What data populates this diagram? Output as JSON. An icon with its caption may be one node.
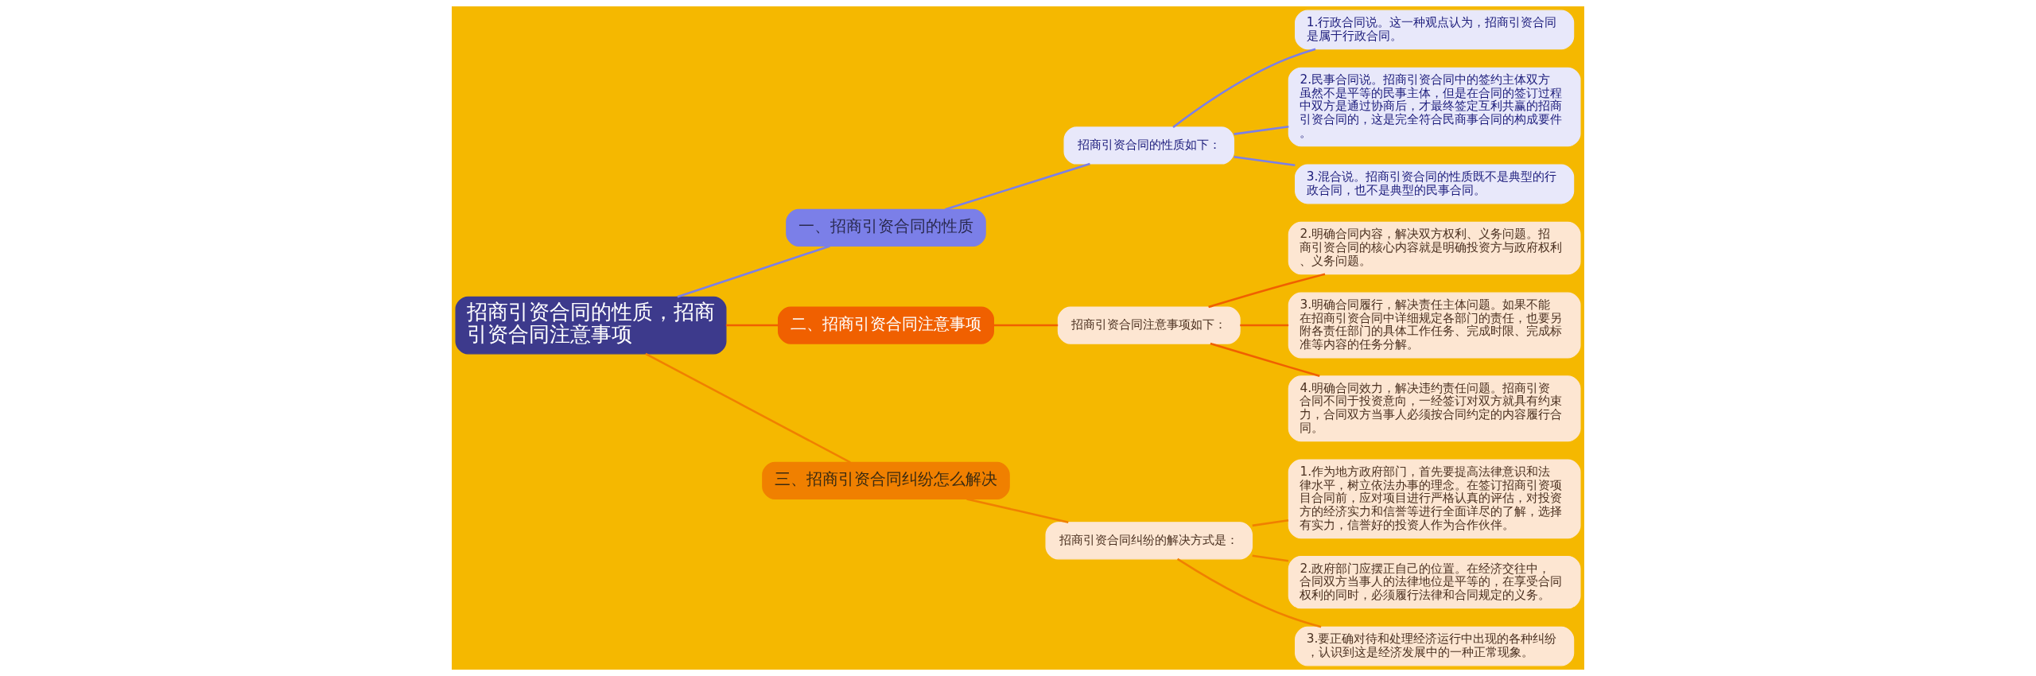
{
  "diagram": {
    "nodes": [
      {
        "text": [
          "招商引资合同的性质，招商引资合同注意事项"
        ]
      },
      {
        "text": [
          "一、招商引资合同的性质"
        ]
      },
      {
        "text": [
          "招商引资合同的性质如下："
        ]
      },
      {
        "text": [
          "1.行政合同说。这一种观点认为，招商引资合同是属于行政合同。"
        ]
      },
      {
        "text": [
          "2.民事合同说。招商引资合同中的签约主体双方虽然不是平等的民事主体，但是在合同的签订过程中双方是通过协商后，才最终签定互利共赢的招商引资合同的，这是完全符合民商事合同的构成要件。"
        ]
      },
      {
        "text": [
          "3.混合说。招商引资合同的性质既不是典型的行政合同，也不是典型的民事合同。"
        ]
      },
      {
        "text": [
          "二、招商引资合同注意事项"
        ]
      },
      {
        "text": [
          "招商引资合同注意事项如下："
        ]
      },
      {
        "text": [
          "2.明确合同内容，解决双方权利、义务问题。招商引资合同的核心内容就是明确投资方与政府权利、义务问题。"
        ]
      },
      {
        "text": [
          "3.明确合同履行，解决责任主体问题。如果不能在招商引资合同中详细规定各部门的责任，也要另附各责任部门的具体工作任务、完成时限、完成标准等内容的任务分解。"
        ]
      },
      {
        "text": [
          "4.明确合同效力，解决违约责任问题。招商引资合同不同于投资意向，一经签订对双方就具有约束力，合同双方当事人必须按合同约定的内容履行合同。"
        ]
      },
      {
        "text": [
          "三、招商引资合同纠纷怎么解决"
        ]
      },
      {
        "text": [
          "招商引资合同纠纷的解决方式是："
        ]
      },
      {
        "text": [
          "1.作为地方政府部门，首先要提高法律意识和法律水平，树立依法办事的理念。在签订招商引资项目合同前，应对项目进行严格认真的评估，对投资方的经济实力和信誉等进行全面详尽的了解，选择有实力，信誉好的投资人作为合作伙伴。"
        ]
      },
      {
        "text": [
          "2.政府部门应摆正自己的位置。在经济交往中，合同双方当事人的法律地位是平等的，在享受合同权利的同时，必须履行法律和合同规定的义务。"
        ]
      },
      {
        "text": [
          "3.要正确对待和处理经济运行中出现的各种纠纷，认识到这是经济发展中的一种正常现象。"
        ]
      }
    ],
    "edges": [
      {
        "from": 0,
        "to": 1,
        "arrow": "none",
        "color": "#7b7fe8"
      },
      {
        "from": 1,
        "to": 2,
        "arrow": "none",
        "color": "#7b7fe8"
      },
      {
        "from": 2,
        "to": 3,
        "arrow": "none",
        "color": "#7b7fe8"
      },
      {
        "from": 2,
        "to": 4,
        "arrow": "none",
        "color": "#7b7fe8"
      },
      {
        "from": 2,
        "to": 5,
        "arrow": "none",
        "color": "#7b7fe8"
      },
      {
        "from": 0,
        "to": 6,
        "arrow": "none",
        "color": "#f06000"
      },
      {
        "from": 6,
        "to": 7,
        "arrow": "none",
        "color": "#f06000"
      },
      {
        "from": 7,
        "to": 8,
        "arrow": "none",
        "color": "#f06000"
      },
      {
        "from": 7,
        "to": 9,
        "arrow": "none",
        "color": "#f06000"
      },
      {
        "from": 7,
        "to": 10,
        "arrow": "none",
        "color": "#f06000"
      },
      {
        "from": 0,
        "to": 11,
        "arrow": "none",
        "color": "#f08000"
      },
      {
        "from": 11,
        "to": 12,
        "arrow": "none",
        "color": "#f08000"
      },
      {
        "from": 12,
        "to": 13,
        "arrow": "none",
        "color": "#f08000"
      },
      {
        "from": 12,
        "to": 14,
        "arrow": "none",
        "color": "#f08000"
      },
      {
        "from": 12,
        "to": 15,
        "arrow": "none",
        "color": "#f08000"
      }
    ]
  }
}
